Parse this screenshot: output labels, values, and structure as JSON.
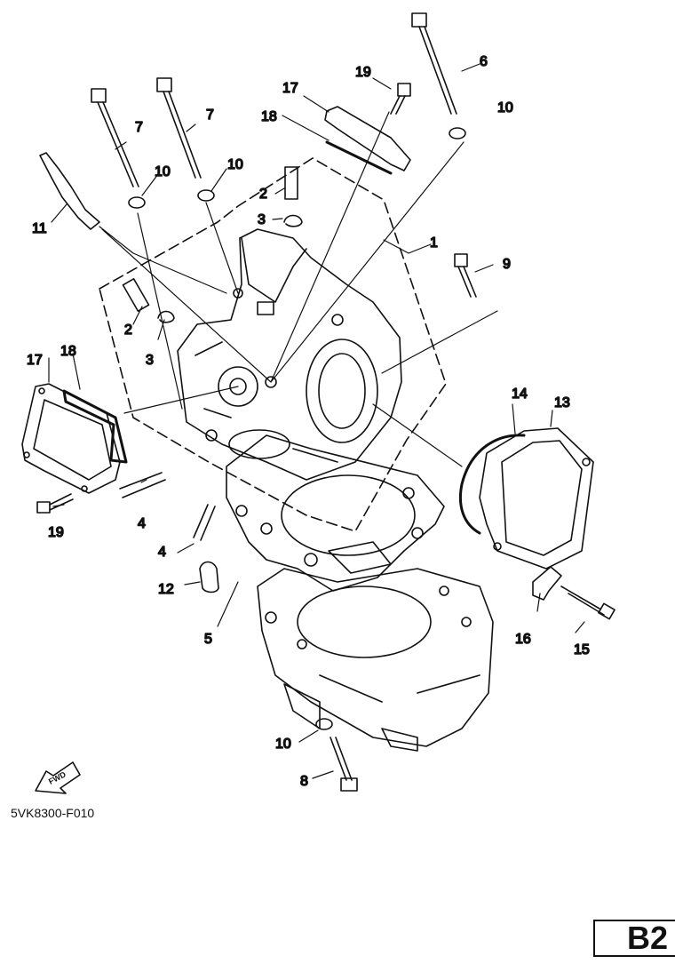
{
  "diagram": {
    "part_code": "5VK8300-F010",
    "page_tag": "B2",
    "fwd_label": "FWD",
    "callouts": [
      {
        "id": "c7a",
        "text": "7"
      },
      {
        "id": "c7b",
        "text": "7"
      },
      {
        "id": "c6",
        "text": "6"
      },
      {
        "id": "c19a",
        "text": "19"
      },
      {
        "id": "c17a",
        "text": "17"
      },
      {
        "id": "c18a",
        "text": "18"
      },
      {
        "id": "c10a",
        "text": "10"
      },
      {
        "id": "c10b",
        "text": "10"
      },
      {
        "id": "c10c",
        "text": "10"
      },
      {
        "id": "c2a",
        "text": "2"
      },
      {
        "id": "c3a",
        "text": "3"
      },
      {
        "id": "c11",
        "text": "11"
      },
      {
        "id": "c1",
        "text": "1"
      },
      {
        "id": "c9",
        "text": "9"
      },
      {
        "id": "c2b",
        "text": "2"
      },
      {
        "id": "c3b",
        "text": "3"
      },
      {
        "id": "c17b",
        "text": "17"
      },
      {
        "id": "c18b",
        "text": "18"
      },
      {
        "id": "c14",
        "text": "14"
      },
      {
        "id": "c13",
        "text": "13"
      },
      {
        "id": "c4a",
        "text": "4"
      },
      {
        "id": "c4b",
        "text": "4"
      },
      {
        "id": "c19b",
        "text": "19"
      },
      {
        "id": "c12",
        "text": "12"
      },
      {
        "id": "c5",
        "text": "5"
      },
      {
        "id": "c16",
        "text": "16"
      },
      {
        "id": "c15",
        "text": "15"
      },
      {
        "id": "c10d",
        "text": "10"
      },
      {
        "id": "c8",
        "text": "8"
      }
    ]
  }
}
